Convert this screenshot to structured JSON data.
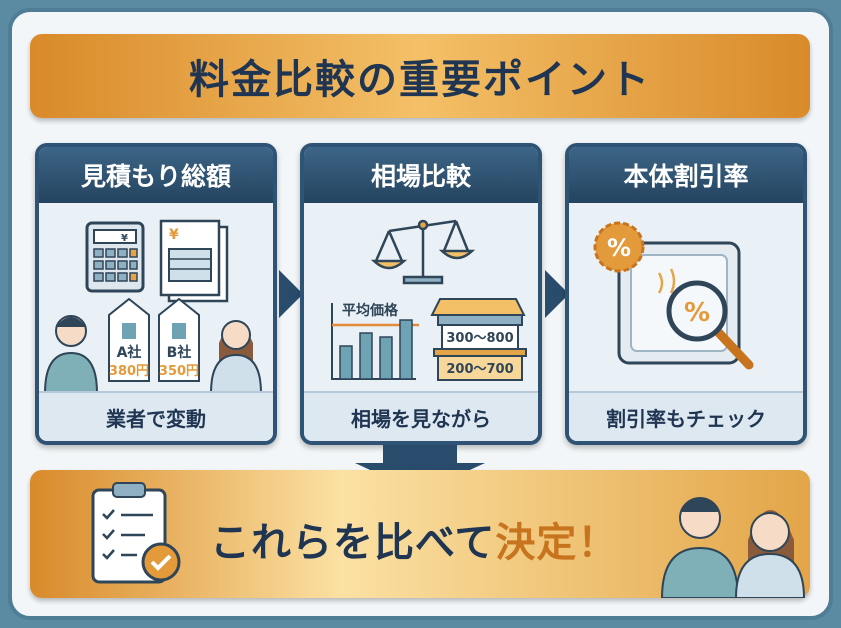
{
  "title": "料金比較の重要ポイント",
  "panels": [
    {
      "header": "見積もり総額",
      "caption": "業者で変動",
      "company_a": "A社",
      "price_a": "380円",
      "company_b": "B社",
      "price_b": "350円",
      "calc_symbol": "¥",
      "doc_symbol": "¥"
    },
    {
      "header": "相場比較",
      "caption": "相場を見ながら",
      "chart_label": "平均価格",
      "range_high": "300〜800",
      "range_low": "200〜700"
    },
    {
      "header": "本体割引率",
      "caption": "割引率もチェック",
      "badge": "%",
      "lens": "%"
    }
  ],
  "bottom": {
    "text_main": "これらを比べて",
    "text_highlight": "決定！"
  },
  "colors": {
    "navy": "#2f5374",
    "orange": "#e39a3a",
    "teal": "#6ea3b3"
  }
}
